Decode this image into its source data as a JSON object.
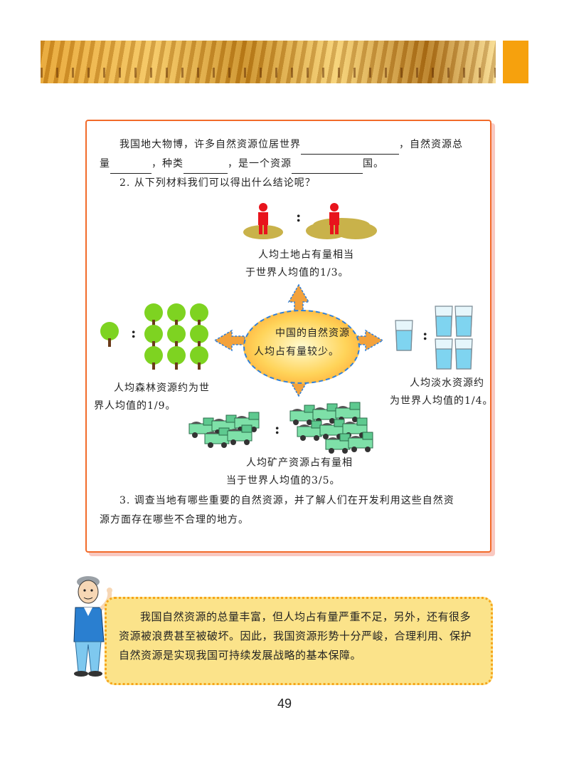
{
  "exercise": {
    "line1": "我国地大物博，许多自然资源位居世界",
    "line1_end": "，自然资源总",
    "line2_a": "量",
    "line2_b": "，种类",
    "line2_c": "，是一个资源",
    "line2_d": "国。",
    "q2": "2. 从下列材料我们可以得出什么结论呢？",
    "q3_line1": "3. 调查当地有哪些重要的自然资源，并了解人们在开发利用这些自然资",
    "q3_line2": "源方面存在哪些不合理的地方。"
  },
  "diagram": {
    "center_line1": "中国的自然资源",
    "center_line2": "人均占有量较少。",
    "land_line1": "人均土地占有量相当",
    "land_line2": "于世界人均值的1/3。",
    "forest_line1": "人均森林资源约为世",
    "forest_line2": "界人均值的1/9。",
    "water_line1": "人均淡水资源约",
    "water_line2": "为世界人均值的1/4。",
    "mineral_line1": "人均矿产资源占有量相",
    "mineral_line2": "当于世界人均值的3/5。",
    "colon": ":"
  },
  "tip": {
    "text": "我国自然资源的总量丰富，但人均占有量严重不足，另外，还有很多资源被浪费甚至被破坏。因此，我国资源形势十分严峻，合理利用、保护自然资源是实现我国可持续发展战略的基本保障。"
  },
  "page_number": "49",
  "colors": {
    "frame": "#f26b2a",
    "accent_tab": "#f6a10d",
    "arrow": "#f3a23c",
    "tip_bg": "#fbe38a"
  }
}
